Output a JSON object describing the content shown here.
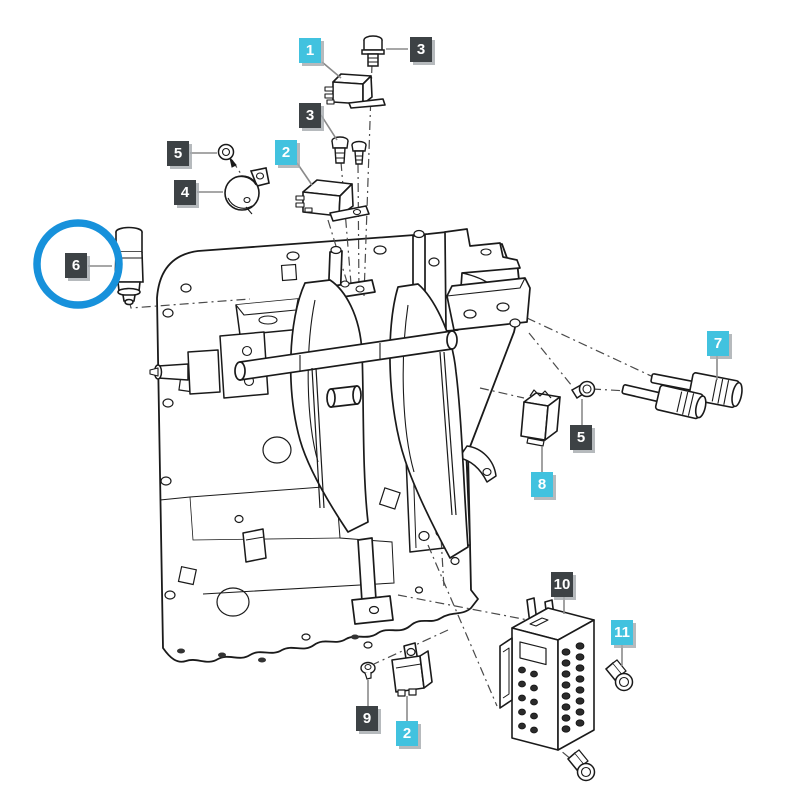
{
  "diagram": {
    "type": "exploded-parts-diagram",
    "background_color": "#ffffff",
    "line_color": "#1a1a1a",
    "leader_line_color": "#8a8a8a",
    "projection_line_color": "#4a4a4a",
    "highlight": {
      "shape": "circle",
      "color": "#1791db",
      "around_callout": "6"
    },
    "callout_styles": {
      "dark_bg": "#3d4245",
      "cyan_bg": "#41c2df",
      "text_color": "#ffffff",
      "shadow_color": "#a4a9ac"
    },
    "callouts": [
      {
        "label": "1",
        "variant": "cyan",
        "part": "relay"
      },
      {
        "label": "3",
        "variant": "dark",
        "part": "bolt"
      },
      {
        "label": "3",
        "variant": "dark",
        "part": "bolt"
      },
      {
        "label": "5",
        "variant": "dark",
        "part": "screw"
      },
      {
        "label": "2",
        "variant": "cyan",
        "part": "relay"
      },
      {
        "label": "4",
        "variant": "dark",
        "part": "horn"
      },
      {
        "label": "6",
        "variant": "dark",
        "part": "sensor-switch",
        "highlighted": true
      },
      {
        "label": "7",
        "variant": "cyan",
        "part": "connector-plugs"
      },
      {
        "label": "5",
        "variant": "dark",
        "part": "screw"
      },
      {
        "label": "8",
        "variant": "cyan",
        "part": "flasher-unit"
      },
      {
        "label": "10",
        "variant": "dark",
        "part": "fuse-box"
      },
      {
        "label": "11",
        "variant": "cyan",
        "part": "bolt"
      },
      {
        "label": "9",
        "variant": "dark",
        "part": "nut"
      },
      {
        "label": "2",
        "variant": "cyan",
        "part": "relay"
      }
    ]
  }
}
